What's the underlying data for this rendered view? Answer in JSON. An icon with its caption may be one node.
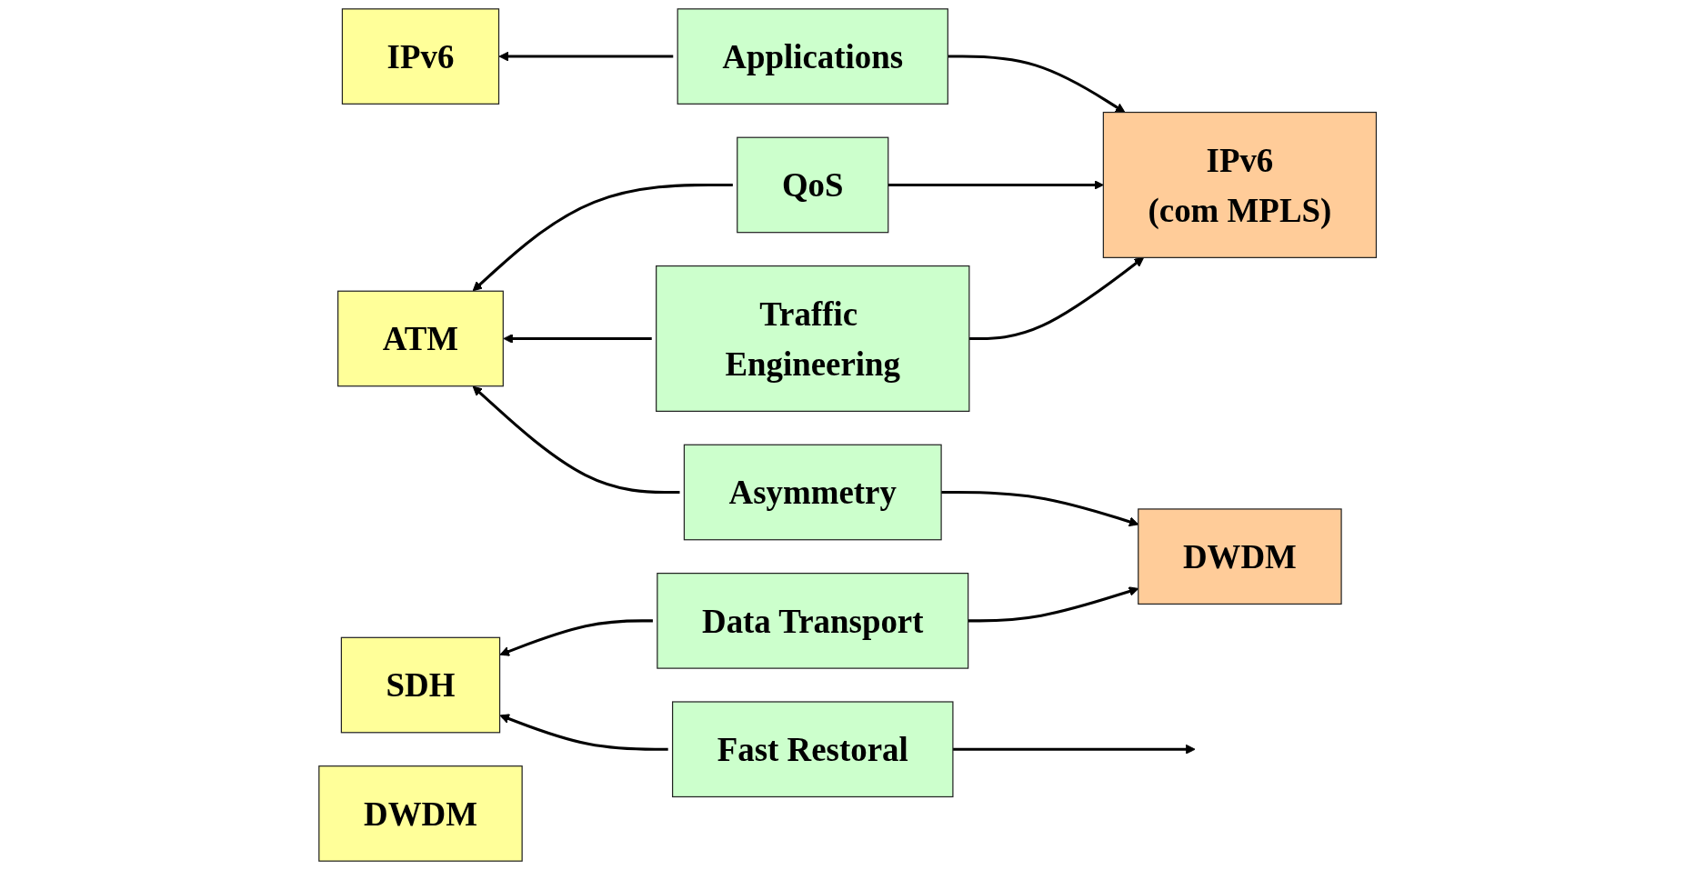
{
  "diagram": {
    "nodes": [
      {
        "text": [
          "IPv6"
        ]
      },
      {
        "text": [
          "ATM"
        ]
      },
      {
        "text": [
          "SDH"
        ]
      },
      {
        "text": [
          "DWDM"
        ]
      },
      {
        "text": [
          "Applications"
        ]
      },
      {
        "text": [
          "QoS"
        ]
      },
      {
        "text": [
          "Traffic Engineering"
        ]
      },
      {
        "text": [
          "Fast Restoral"
        ]
      },
      {
        "text": [
          "Asymmetry"
        ]
      },
      {
        "text": [
          "Data Transport"
        ]
      },
      {
        "text": [
          "IPv6",
          "(com MPLS)"
        ]
      },
      {
        "text": [
          "DWDM"
        ]
      }
    ],
    "edges": [
      {
        "from": 4,
        "to": 0,
        "arrow": "to"
      },
      {
        "from": 4,
        "to": 10,
        "arrow": "to"
      },
      {
        "from": 5,
        "to": 1,
        "arrow": "to"
      },
      {
        "from": 5,
        "to": 10,
        "arrow": "to"
      },
      {
        "from": 6,
        "to": 1,
        "arrow": "to"
      },
      {
        "from": 6,
        "to": 10,
        "arrow": "to"
      },
      {
        "from": 7,
        "to": 2,
        "arrow": "to"
      },
      {
        "from": 7,
        "to": null,
        "arrow": "to"
      },
      {
        "from": 8,
        "to": 1,
        "arrow": "to"
      },
      {
        "from": 8,
        "to": 11,
        "arrow": "to"
      },
      {
        "from": 9,
        "to": 2,
        "arrow": "to"
      },
      {
        "from": 9,
        "to": 11,
        "arrow": "to"
      }
    ]
  }
}
